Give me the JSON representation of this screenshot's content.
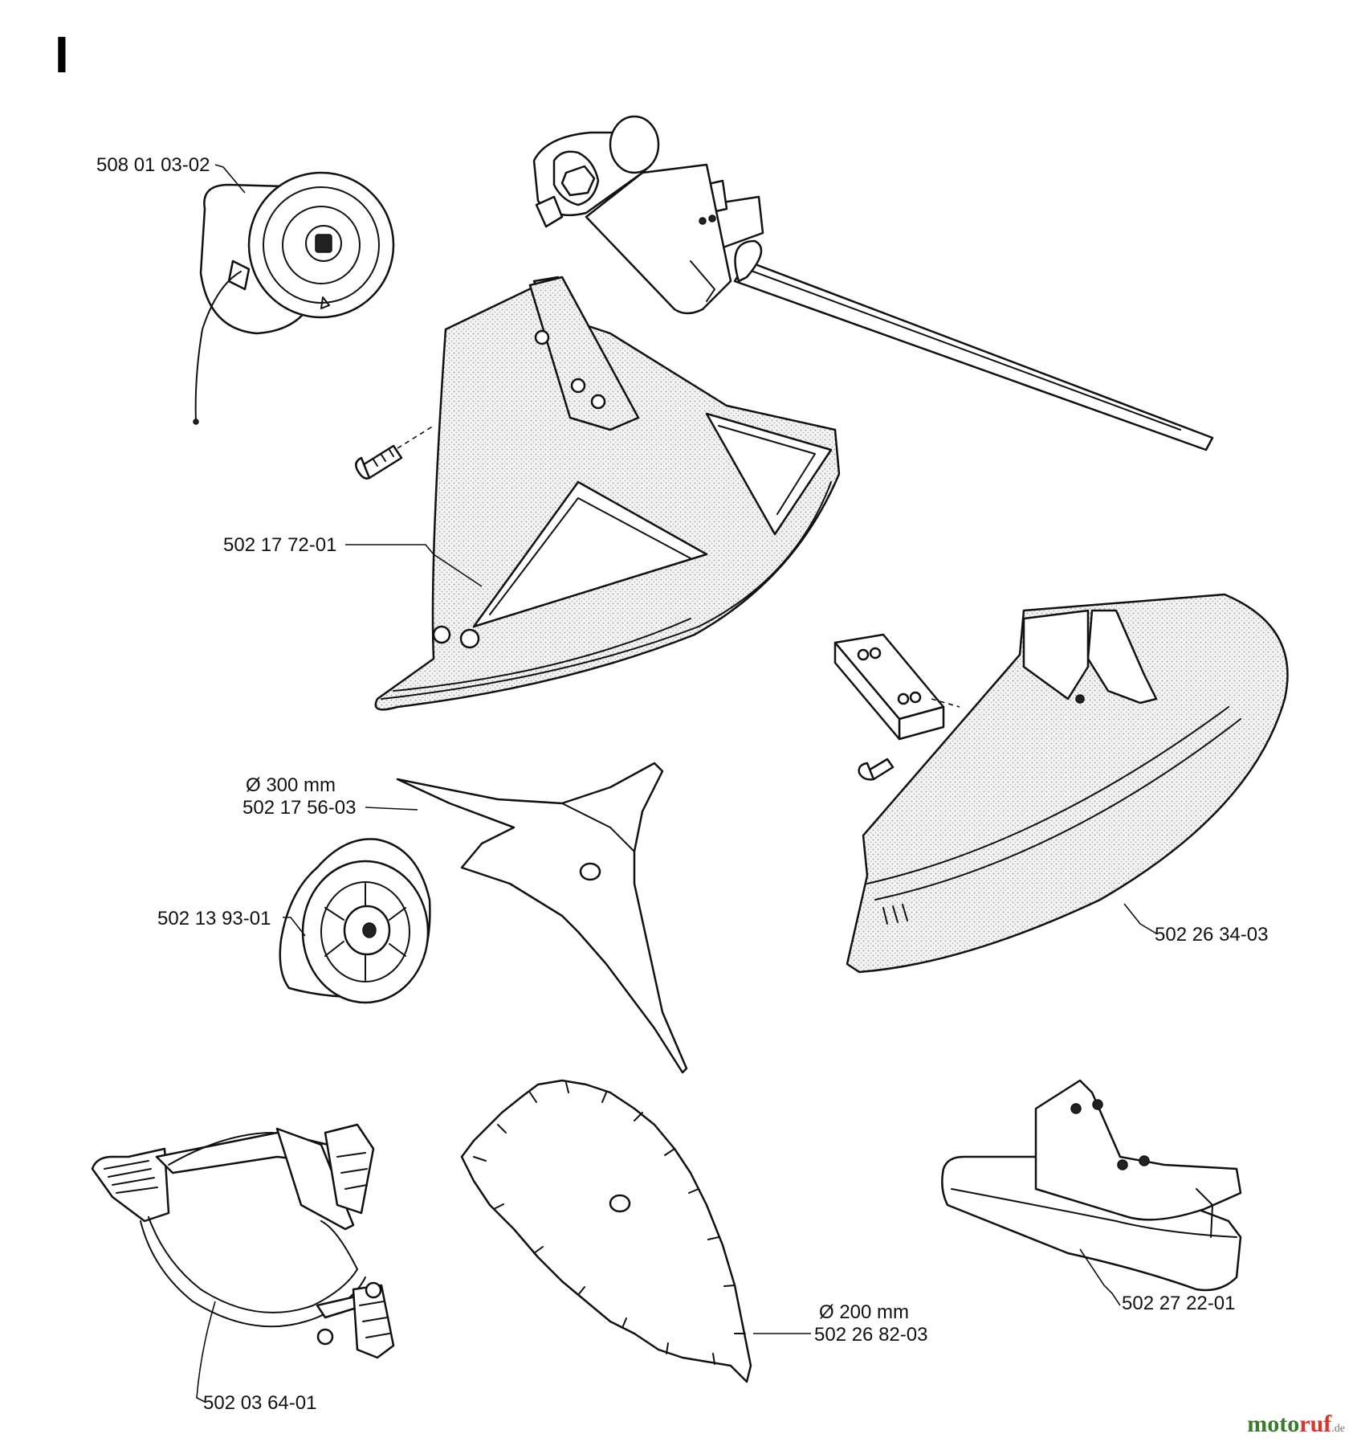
{
  "section_label": "I",
  "watermark": {
    "part1": "moto",
    "part2": "ruf",
    "suffix": ".de"
  },
  "parts": [
    {
      "id": "trimmer-head",
      "number": "508 01 03-02"
    },
    {
      "id": "guard-large",
      "number": "502 17 72-01"
    },
    {
      "id": "blade-3-tooth",
      "diameter": "Ø 300 mm",
      "number": "502 17 56-03"
    },
    {
      "id": "support-cup",
      "number": "502 13 93-01"
    },
    {
      "id": "guard-round",
      "number": "502 26 34-03"
    },
    {
      "id": "saw-blade",
      "diameter": "Ø 200 mm",
      "number": "502 26 82-03"
    },
    {
      "id": "guard-small",
      "number": "502 27 22-01"
    },
    {
      "id": "harness-bow",
      "number": "502 03 64-01"
    }
  ]
}
